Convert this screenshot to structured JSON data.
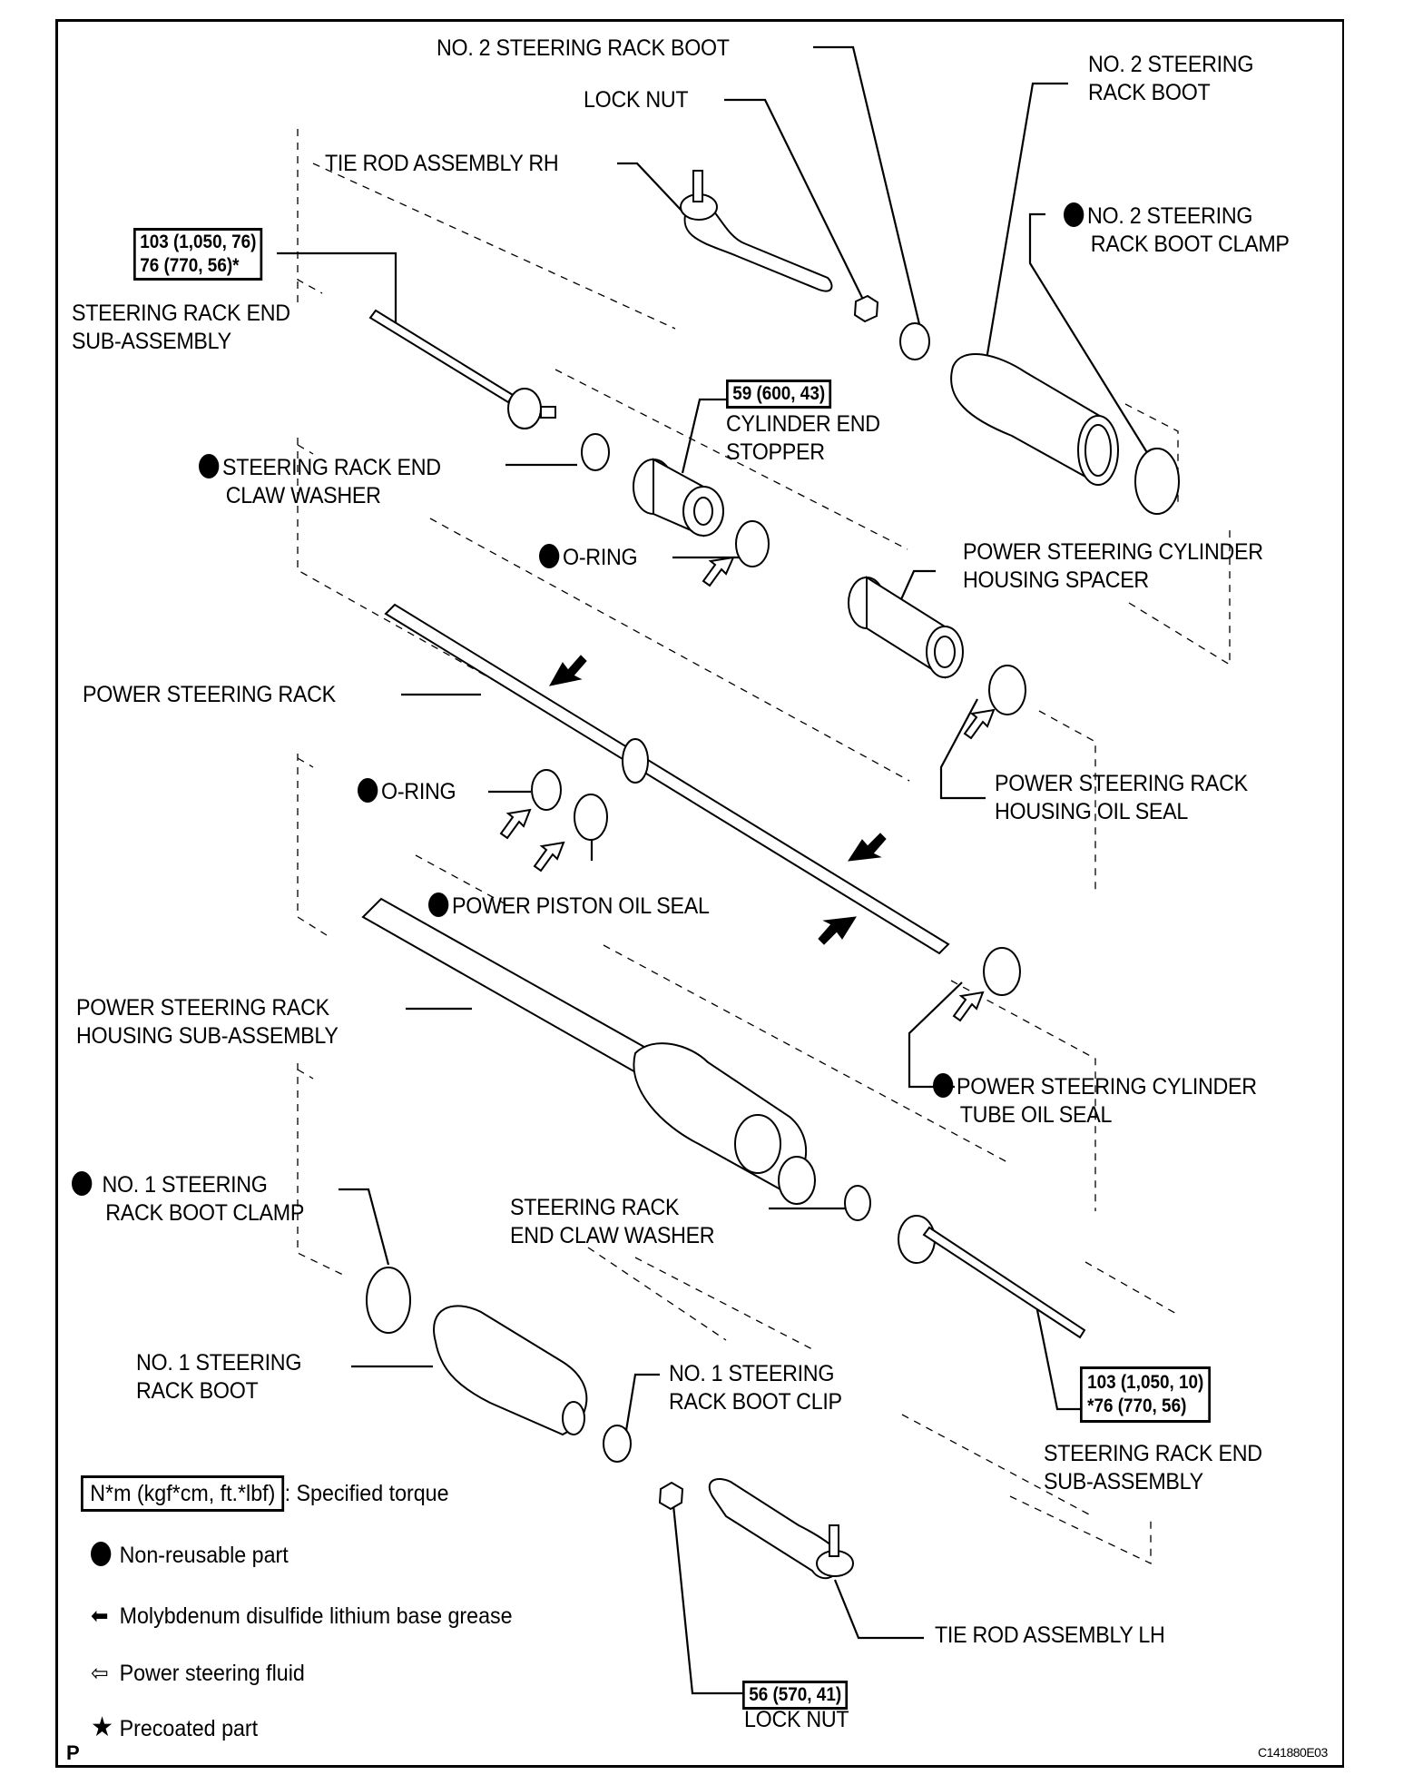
{
  "diagram": {
    "title": "Power steering rack exploded view",
    "figure_code": "C141880E03",
    "page_letter": "P"
  },
  "labels": {
    "no2_rack_boot_top": "NO. 2 STEERING RACK BOOT",
    "lock_nut_top": "LOCK NUT",
    "no2_rack_boot_right": [
      "NO. 2 STEERING",
      "RACK BOOT"
    ],
    "tie_rod_rh": "TIE ROD ASSEMBLY RH",
    "no2_rack_boot_clamp": [
      "NO. 2 STEERING",
      "RACK BOOT CLAMP"
    ],
    "rack_end_sub_assy_top": [
      "STEERING RACK END",
      "SUB-ASSEMBLY"
    ],
    "cylinder_end_stopper": [
      "CYLINDER END",
      "STOPPER"
    ],
    "rack_end_claw_washer_top": [
      "STEERING RACK END",
      "CLAW WASHER"
    ],
    "o_ring_top": "O-RING",
    "cylinder_housing_spacer": [
      "POWER STEERING CYLINDER",
      "HOUSING SPACER"
    ],
    "power_steering_rack": "POWER STEERING RACK",
    "rack_housing_oil_seal": [
      "POWER STEERING RACK",
      "HOUSING OIL SEAL"
    ],
    "o_ring_mid": "O-RING",
    "power_piston_oil_seal": "POWER PISTON OIL SEAL",
    "rack_housing_sub_assy": [
      "POWER STEERING RACK",
      "HOUSING SUB-ASSEMBLY"
    ],
    "cylinder_tube_oil_seal": [
      "POWER STEERING CYLINDER",
      "TUBE OIL SEAL"
    ],
    "no1_rack_boot_clamp": [
      "NO. 1 STEERING",
      "RACK BOOT CLAMP"
    ],
    "rack_end_claw_washer_bottom": [
      "STEERING RACK",
      "END CLAW WASHER"
    ],
    "no1_rack_boot": [
      "NO. 1 STEERING",
      "RACK BOOT"
    ],
    "no1_rack_boot_clip": [
      "NO. 1 STEERING",
      "RACK BOOT CLIP"
    ],
    "rack_end_sub_assy_bottom": [
      "STEERING RACK END",
      "SUB-ASSEMBLY"
    ],
    "tie_rod_lh": "TIE ROD ASSEMBLY LH",
    "lock_nut_bottom": "LOCK NUT"
  },
  "torque_specs": {
    "rack_end_top": [
      "103 (1,050, 76)",
      "76 (770, 56)*"
    ],
    "cylinder_end_stopper": "59 (600, 43)",
    "rack_end_bottom": [
      "103 (1,050, 10)",
      "*76 (770, 56)"
    ],
    "lock_nut_bottom": "56 (570, 41)"
  },
  "non_reusable_parts": [
    "no2_rack_boot_clamp",
    "rack_end_claw_washer_top",
    "o_ring_top",
    "o_ring_mid",
    "power_piston_oil_seal",
    "cylinder_tube_oil_seal",
    "no1_rack_boot_clamp"
  ],
  "legend": [
    {
      "symbol": "torque-box-icon",
      "box_text": "N*m (kgf*cm, ft.*lbf)",
      "text": ": Specified torque"
    },
    {
      "symbol": "filled-circle-icon",
      "glyph": "●",
      "text": "Non-reusable part"
    },
    {
      "symbol": "filled-arrow-icon",
      "glyph": "⬅",
      "text": "Molybdenum disulfide lithium base grease"
    },
    {
      "symbol": "outline-arrow-icon",
      "glyph": "⇦",
      "text": "Power steering fluid"
    },
    {
      "symbol": "star-icon",
      "glyph": "★",
      "text": "Precoated part"
    }
  ]
}
